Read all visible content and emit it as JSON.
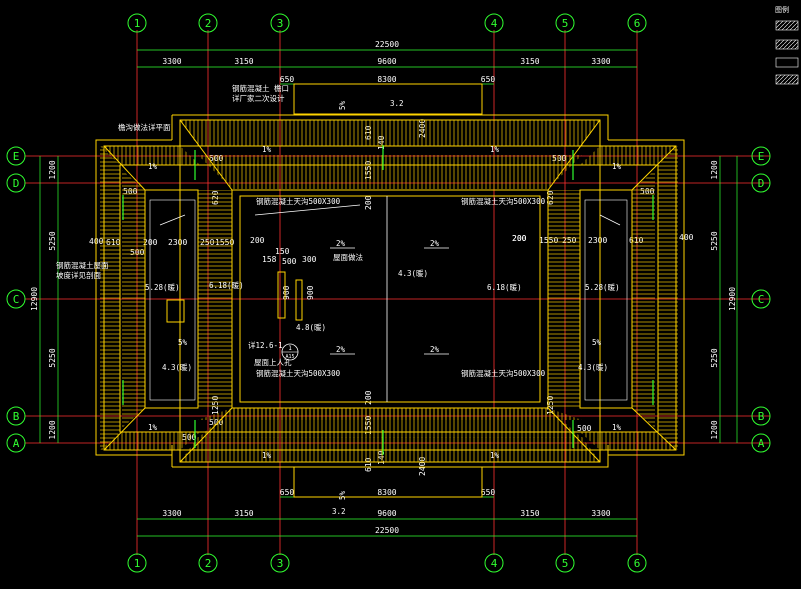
{
  "axes": {
    "cols": [
      "1",
      "2",
      "3",
      "4",
      "5",
      "6"
    ],
    "rows": [
      "E",
      "D",
      "C",
      "B",
      "A"
    ]
  },
  "dims": {
    "total": "22500",
    "top_segments": [
      "3300",
      "3150",
      "9600",
      "3150",
      "3300"
    ],
    "mid_segments": [
      "650",
      "8300",
      "650"
    ],
    "left_total": "12900",
    "left_segments": [
      "1200",
      "5250",
      "5250",
      "1200"
    ],
    "right_total": "12900",
    "right_segments": [
      "1200",
      "5250",
      "5250",
      "1200"
    ],
    "inner": [
      "400",
      "610",
      "200",
      "2300",
      "250",
      "1550",
      "200",
      "1550",
      "250",
      "2300",
      "610",
      "400"
    ],
    "misc": [
      "500",
      "500",
      "500",
      "500",
      "500",
      "500",
      "500",
      "500",
      "620",
      "620",
      "1250",
      "1250",
      "1550",
      "1550",
      "2400",
      "2400",
      "610",
      "610",
      "150",
      "158",
      "500",
      "300",
      "900",
      "900",
      "200",
      "200",
      "200",
      "140",
      "140"
    ]
  },
  "levels": [
    "3.2",
    "3.2",
    "5.28(暖)",
    "6.18(暖)",
    "6.18(暖)",
    "5.28(暖)",
    "4.3(暖)",
    "4.3(暖)",
    "4.3(暖)",
    "4.8(暖)"
  ],
  "notes": {
    "top_note1": "钢筋混凝土 檐口",
    "top_note2": "详厂家二次设计",
    "left_note1": "檐沟做法详平面",
    "left_note2": "钢筋混凝土屋面",
    "left_note3": "坡度详见剖面",
    "gutter_labels": [
      "钢筋混凝土天沟500X300",
      "钢筋混凝土天沟500X300",
      "钢筋混凝土天沟500X300",
      "钢筋混凝土天沟500X300"
    ],
    "hatch_label": "屋面做法",
    "ref_label": "详12.6-1",
    "ref_sub": "A15",
    "ref_circle": "1",
    "roof_access": "屋面上人孔",
    "slopes_main": [
      "2%",
      "2%",
      "2%",
      "2%"
    ],
    "slopes_edge": [
      "1%",
      "1%",
      "1%",
      "1%",
      "1%",
      "1%",
      "1%",
      "1%"
    ],
    "slope_small": [
      "5%",
      "5%",
      "5%",
      "5%"
    ]
  },
  "legend": {
    "title": "图例"
  },
  "colors": {
    "grid": "#ff3030",
    "dim": "#30ff30",
    "wall": "#ffd400",
    "text": "#ffffff",
    "note": "#ffffff",
    "axis_circle": "#30ff30",
    "hatch": "#c8a000"
  }
}
